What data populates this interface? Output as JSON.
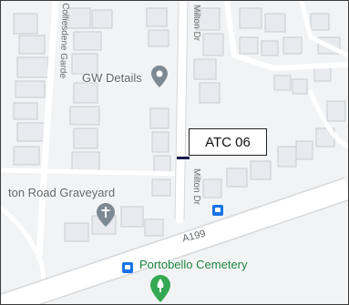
{
  "map": {
    "streets": {
      "colliesdene": "Colliesdene Garde",
      "milton_upper": "Milton Dr",
      "milton_lower": "Milton Dr",
      "a199": "A199"
    },
    "pois": {
      "gw_details": "GW Details",
      "graveyard": "ton Road Graveyard",
      "cemetery": "Portobello Cemetery"
    },
    "marker": {
      "label": "ATC 06"
    },
    "icons": {
      "gw_pin": "location-pin-icon",
      "graveyard_pin": "cross-pin-icon",
      "cemetery_pin": "cemetery-pin-icon",
      "bus_stop": "bus-stop-icon"
    },
    "colors": {
      "background": "#f1f3f4",
      "building": "#e8eaed",
      "building_stroke": "#c9ccd1",
      "road": "#ffffff",
      "marker_line": "#1a1a4a",
      "gray_pin": "#7d8a93",
      "green_pin": "#34a853",
      "bus": "#1a73e8"
    }
  }
}
